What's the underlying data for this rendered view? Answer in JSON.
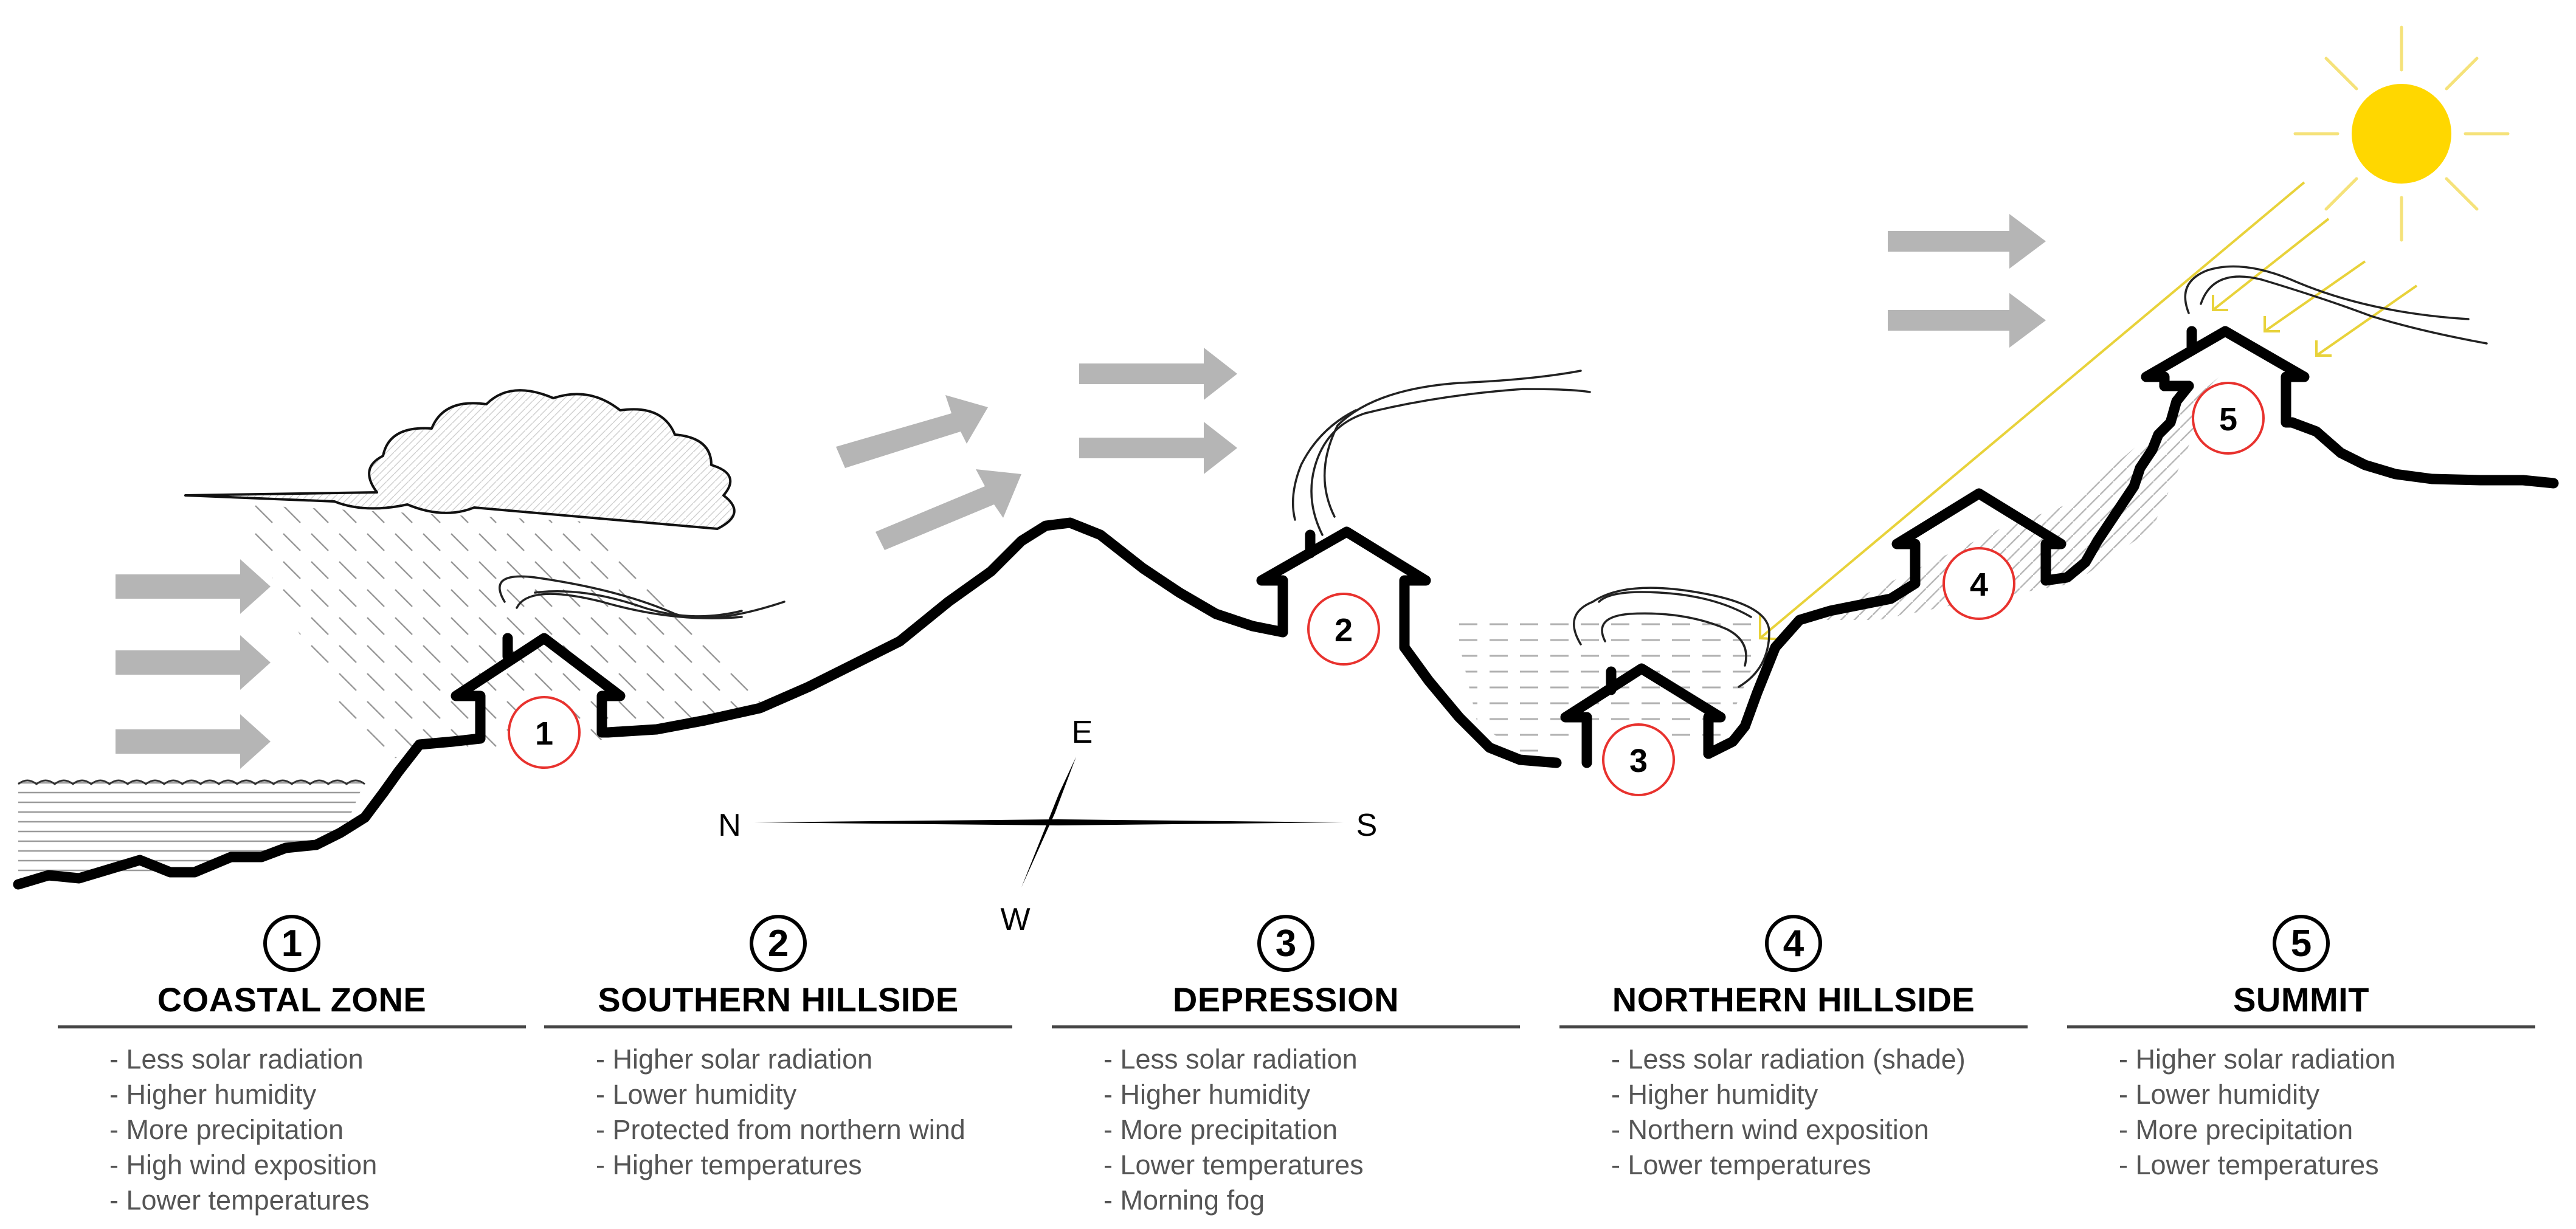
{
  "colors": {
    "terrain": "#000000",
    "badge_ring": "#e8322e",
    "wind_arrow": "#b5b5b5",
    "sun": "#ffd700",
    "sun_rays": "#f5e27a",
    "text_gray": "#555555"
  },
  "compass": {
    "north": "N",
    "south": "S",
    "east": "E",
    "west": "W"
  },
  "houses": [
    {
      "number": "1"
    },
    {
      "number": "2"
    },
    {
      "number": "3"
    },
    {
      "number": "4"
    },
    {
      "number": "5"
    }
  ],
  "zones": [
    {
      "number": "1",
      "title": "COASTAL ZONE",
      "items": [
        "- Less solar radiation",
        "- Higher humidity",
        "- More precipitation",
        "- High wind exposition",
        "- Lower temperatures"
      ]
    },
    {
      "number": "2",
      "title": "SOUTHERN HILLSIDE",
      "items": [
        "- Higher solar radiation",
        "- Lower humidity",
        "- Protected from northern wind",
        "- Higher temperatures"
      ]
    },
    {
      "number": "3",
      "title": "DEPRESSION",
      "items": [
        "- Less solar radiation",
        "- Higher humidity",
        "- More precipitation",
        "- Lower temperatures",
        "- Morning fog"
      ]
    },
    {
      "number": "4",
      "title": "NORTHERN HILLSIDE",
      "items": [
        "- Less solar radiation (shade)",
        "- Higher humidity",
        "- Northern wind exposition",
        "- Lower temperatures"
      ]
    },
    {
      "number": "5",
      "title": "SUMMIT",
      "items": [
        "- Higher solar radiation",
        "- Lower humidity",
        "- More precipitation",
        "- Lower temperatures"
      ]
    }
  ]
}
